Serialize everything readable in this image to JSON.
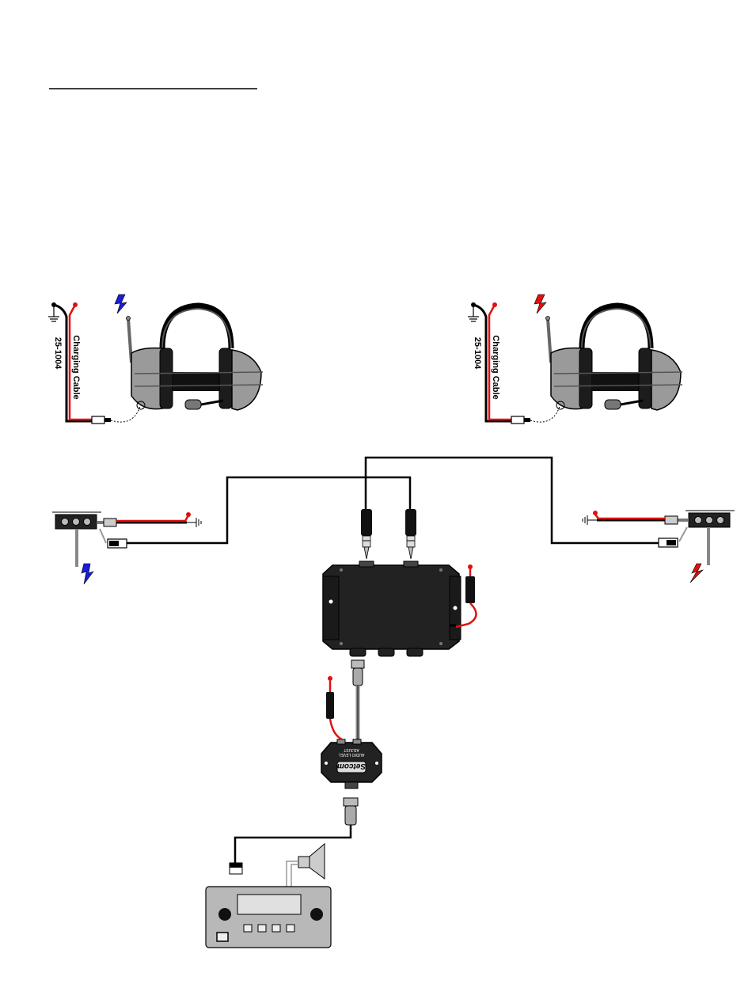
{
  "header": {
    "title": ""
  },
  "left_headset": {
    "cable_part_number": "25-1004",
    "cable_label": "Charging Cable",
    "antenna_color": "#1b1bd8"
  },
  "right_headset": {
    "cable_part_number": "25-1004",
    "cable_label": "Charging Cable",
    "antenna_color": "#e01010"
  },
  "interface_box": {
    "brand": "Setcom",
    "model_lines": [
      "AUDIO LEVEL",
      "ADJUST"
    ]
  },
  "colors": {
    "power_wire": "#e01010",
    "ground_wire": "#000000",
    "signal_wire": "#000000",
    "device_body": "#222222",
    "headset_shell": "#9a9a9a",
    "radio_panel": "#b8b8b8"
  },
  "icons": [
    "ground-icon",
    "lightning-bolt-icon",
    "speaker-icon",
    "headset-icon",
    "radio-icon",
    "antenna-icon"
  ]
}
